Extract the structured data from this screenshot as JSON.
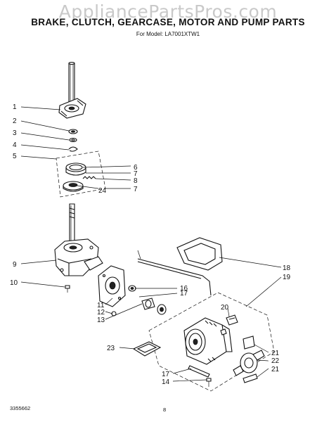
{
  "watermark": "AppliancePartsPros.com",
  "title": "BRAKE, CLUTCH, GEARCASE, MOTOR AND PUMP PARTS",
  "subtitle": "For Model: LA7001XTW1",
  "footer": {
    "doc_number": "3355662",
    "page": "8"
  },
  "callouts": {
    "c1": "1",
    "c2": "2",
    "c3": "3",
    "c4": "4",
    "c5": "5",
    "c6": "6",
    "c7a": "7",
    "c8": "8",
    "c24": "24",
    "c7b": "7",
    "c9": "9",
    "c10": "10",
    "c16": "16",
    "c17a": "17",
    "c11": "11",
    "c12": "12",
    "c13": "13",
    "c18": "18",
    "c19": "19",
    "c20": "20",
    "c23": "23",
    "c21a": "21",
    "c22": "22",
    "c21b": "21",
    "c17b": "17",
    "c14": "14"
  }
}
